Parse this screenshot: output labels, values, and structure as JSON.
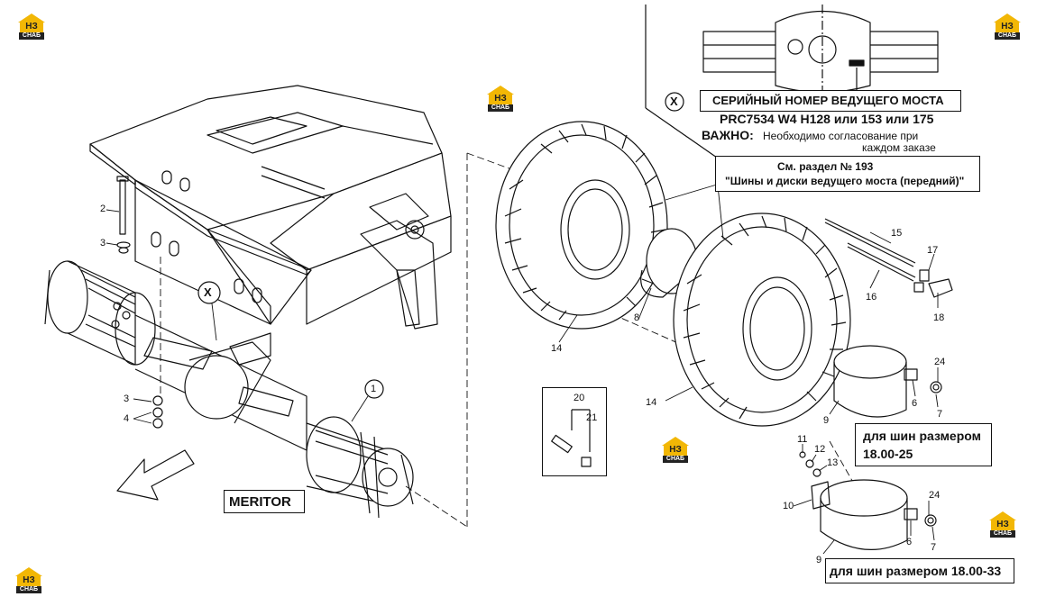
{
  "brand": {
    "logo_top": "НЗ",
    "logo_bottom": "СНАБ",
    "accent_color": "#f2b705"
  },
  "callouts": {
    "x_marker": "X",
    "serial_title": "СЕРИЙНЫЙ НОМЕР ВЕДУЩЕГО МОСТА",
    "serial_values": "PRC7534 W4 H128 или 153 или 175",
    "important_label": "ВАЖНО:",
    "important_text_1": "Необходимо согласование при",
    "important_text_2": "каждом заказе",
    "section_ref_1": "См. раздел № 193",
    "section_ref_2": "\"Шины и диски ведущего моста (передний)\"",
    "tire_size_1_line1": "для шин размером",
    "tire_size_1_line2": "18.00-25",
    "tire_size_2": "для шин размером 18.00-33",
    "manufacturer": "MERITOR"
  },
  "part_numbers": {
    "p1": "1",
    "p2": "2",
    "p3a": "3",
    "p3b": "3",
    "p4": "4",
    "p6a": "6",
    "p6b": "6",
    "p7a": "7",
    "p7b": "7",
    "p8": "8",
    "p9a": "9",
    "p9b": "9",
    "p10": "10",
    "p11": "11",
    "p12": "12",
    "p13": "13",
    "p14a": "14",
    "p14b": "14",
    "p15": "15",
    "p16": "16",
    "p17": "17",
    "p18": "18",
    "p20": "20",
    "p21": "21",
    "p24a": "24",
    "p24b": "24"
  }
}
